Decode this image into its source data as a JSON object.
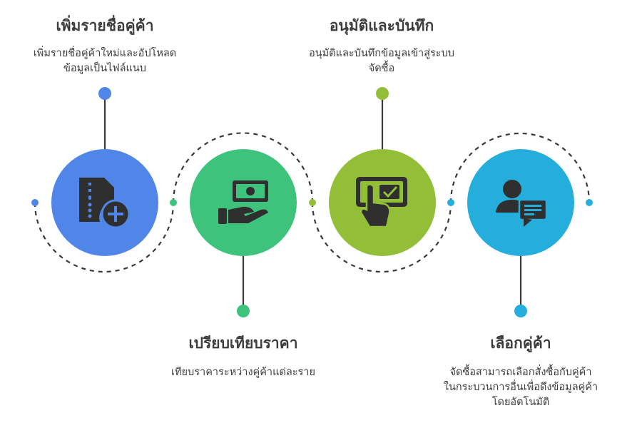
{
  "steps": [
    {
      "title": "เพิ่มรายชื่อคู่ค้า",
      "description": [
        "เพิ่มรายชื่อคู่ค้าใหม่และอัปโหลด",
        "ข้อมูลเป็นไฟล์แนบ"
      ],
      "color": "#4f86e8",
      "icon": "document-add-icon"
    },
    {
      "title": "เปรียบเทียบราคา",
      "description": [
        "เทียบราคาระหว่างคู่ค้าแต่ละราย"
      ],
      "color": "#3dc37b",
      "icon": "hand-money-icon"
    },
    {
      "title": "อนุมัติและบันทึก",
      "description": [
        "อนุมัติและบันทึกข้อมูลเข้าสู่ระบบ",
        "จัดซื้อ"
      ],
      "color": "#93be38",
      "icon": "touch-approve-icon"
    },
    {
      "title": "เลือกคู่ค้า",
      "description": [
        "จัดซื้อสามารถเลือกสั่งซื้อกับคู่ค้า",
        "ในกระบวนการอื่นเพื่อดึงข้อมูลคู่ค้า",
        "โดยอัตโนมัติ"
      ],
      "color": "#25aedc",
      "icon": "user-message-icon"
    }
  ]
}
